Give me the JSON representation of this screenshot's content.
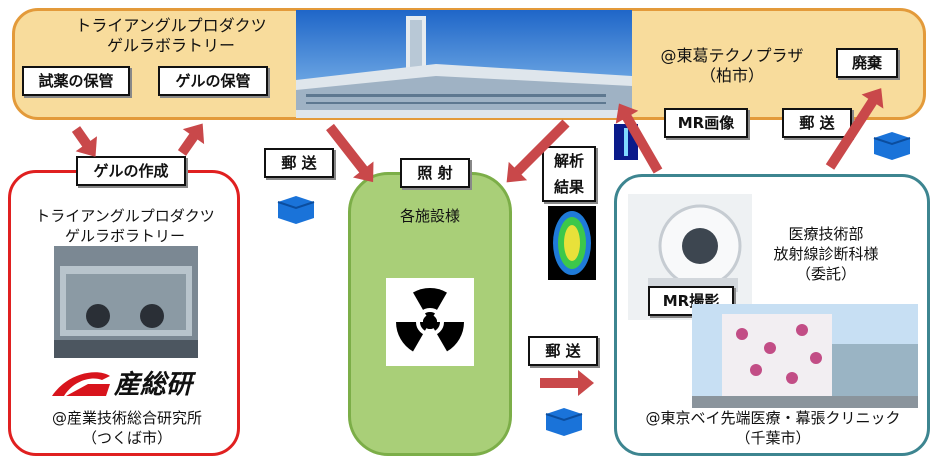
{
  "top": {
    "lab_name": "トライアングルプロダクツ\nゲルラボラトリー",
    "location": "@東葛テクノプラザ\n（柏市）",
    "tag_reagent": "試薬の保管",
    "tag_gel_storage": "ゲルの保管",
    "tag_disposal": "廃棄"
  },
  "left": {
    "tag_gel_make": "ゲルの作成",
    "lab_name": "トライアングルプロダクツ\nゲルラボラトリー",
    "logo_text": "産総研",
    "location": "@産業技術総合研究所\n（つくば市）"
  },
  "center": {
    "tag_irradiation": "照 射",
    "facility": "各施設様"
  },
  "right": {
    "dept": "医療技術部\n放射線診断科様\n（委託）",
    "tag_mr_scan": "MR撮影",
    "location": "@東京ベイ先端医療・幕張クリニック\n（千葉市）"
  },
  "flow": {
    "ship_1": "郵 送",
    "ship_2": "郵 送",
    "ship_3": "郵 送",
    "analysis": "解析\n結果",
    "mr_image": "MR画像"
  },
  "colors": {
    "top_fill": "#f8dc9c",
    "left_border": "#e02020",
    "center_fill": "#a9cf78",
    "right_border": "#3d8590",
    "arrow": "#c9484a"
  }
}
